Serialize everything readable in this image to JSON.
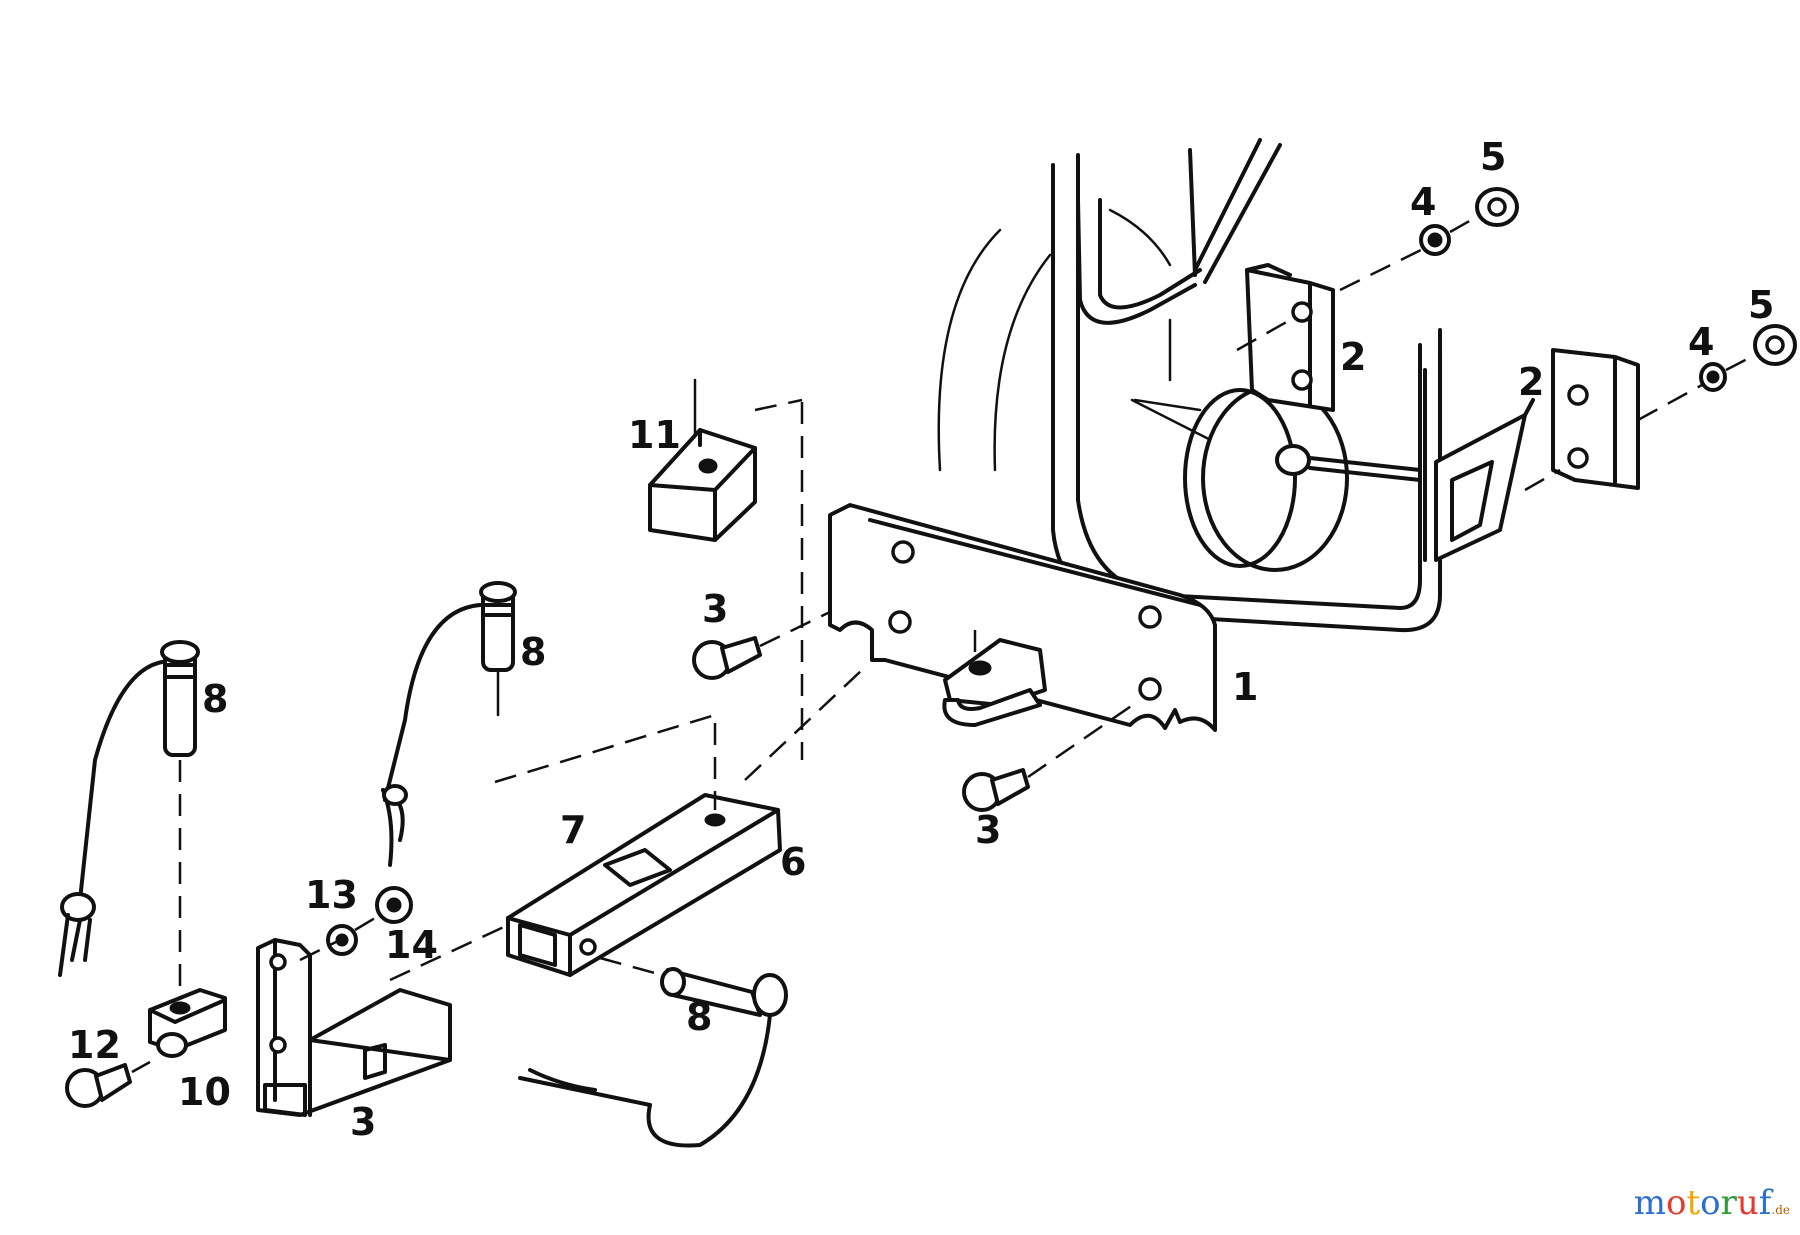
{
  "diagram": {
    "callouts": {
      "c1": "1",
      "c2a": "2",
      "c2b": "2",
      "c3a": "3",
      "c3b": "3",
      "c3c": "3",
      "c4a": "4",
      "c4b": "4",
      "c5a": "5",
      "c5b": "5",
      "c6": "6",
      "c7": "7",
      "c8a": "8",
      "c8b": "8",
      "c8c": "8",
      "c10": "10",
      "c11": "11",
      "c12": "12",
      "c13": "13",
      "c14": "14"
    }
  },
  "watermark": {
    "letters": [
      "m",
      "o",
      "t",
      "o",
      "r",
      "u",
      "f"
    ],
    "colors": [
      "#2a6fd1",
      "#e33b2e",
      "#f0a500",
      "#2a6fd1",
      "#2e9b3d",
      "#e33b2e",
      "#2a6fd1"
    ],
    "tld": ".de"
  }
}
